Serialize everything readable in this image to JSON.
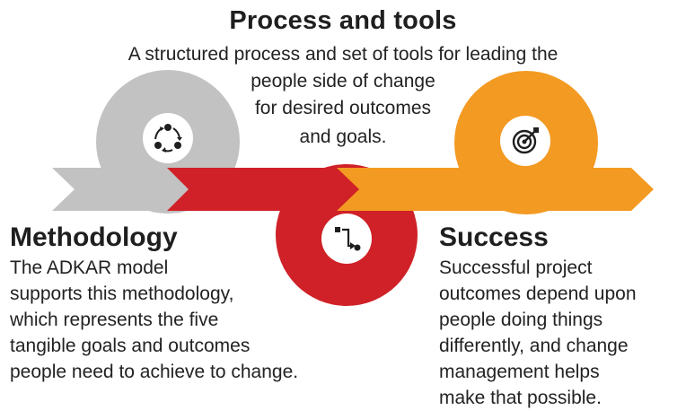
{
  "header": {
    "title": "Process and tools",
    "subtitle_lines": [
      "A structured process and set of tools for leading the",
      "people side of change",
      "for desired outcomes",
      "and goals."
    ]
  },
  "methodology": {
    "heading": "Methodology",
    "body_lines": [
      "The ADKAR model",
      "supports this methodology,",
      "which represents the five",
      "tangible goals and outcomes",
      "people need to achieve to change."
    ]
  },
  "success": {
    "heading": "Success",
    "body_lines": [
      "Successful project",
      "outcomes depend upon",
      "people doing things",
      "differently, and change",
      "management helps",
      "make that possible."
    ]
  },
  "icons": {
    "gray": "cycle-icon",
    "red": "process-flow-icon",
    "orange": "target-icon"
  },
  "colors": {
    "gray": "#c2c2c2",
    "red": "#cf2127",
    "orange": "#f39a22",
    "text": "#1f1f1f"
  }
}
